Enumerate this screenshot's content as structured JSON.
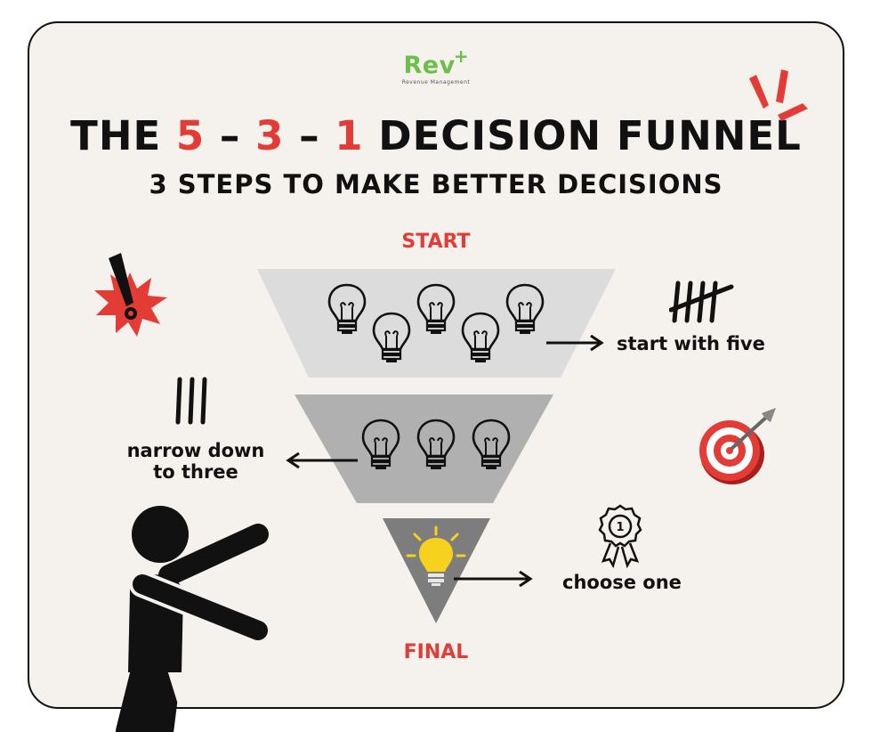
{
  "logo": {
    "word": "Rev",
    "plus": "+",
    "tagline": "Revenue Management",
    "color": "#6cbf4b"
  },
  "title": {
    "prefix": "THE",
    "n1": "5",
    "dash1": "–",
    "n2": "3",
    "dash2": "–",
    "n3": "1",
    "suffix": "DECISION FUNNEL"
  },
  "subtitle": "3 STEPS TO MAKE BETTER DECISIONS",
  "funnel": {
    "start_label": "START",
    "final_label": "FINAL",
    "stages": [
      {
        "caption": "start with five",
        "bulbs": 5,
        "icon": "tally-five-icon"
      },
      {
        "caption_line1": "narrow down",
        "caption_line2": "to three",
        "bulbs": 3,
        "icon": "tally-three-icon"
      },
      {
        "caption": "choose one",
        "bulbs": 1,
        "icon": "award-ribbon-icon"
      }
    ]
  },
  "colors": {
    "accent_red": "#e33b35",
    "stage1": "#dcdcdc",
    "stage2": "#b0b0b0",
    "stage3": "#7d7d7d",
    "bulb_yellow": "#f6d21f",
    "background": "#f5f1ec"
  },
  "decorations": [
    "exclamation-burst-icon",
    "target-arrow-icon",
    "pointing-stick-figure",
    "emphasis-lines-icon"
  ]
}
